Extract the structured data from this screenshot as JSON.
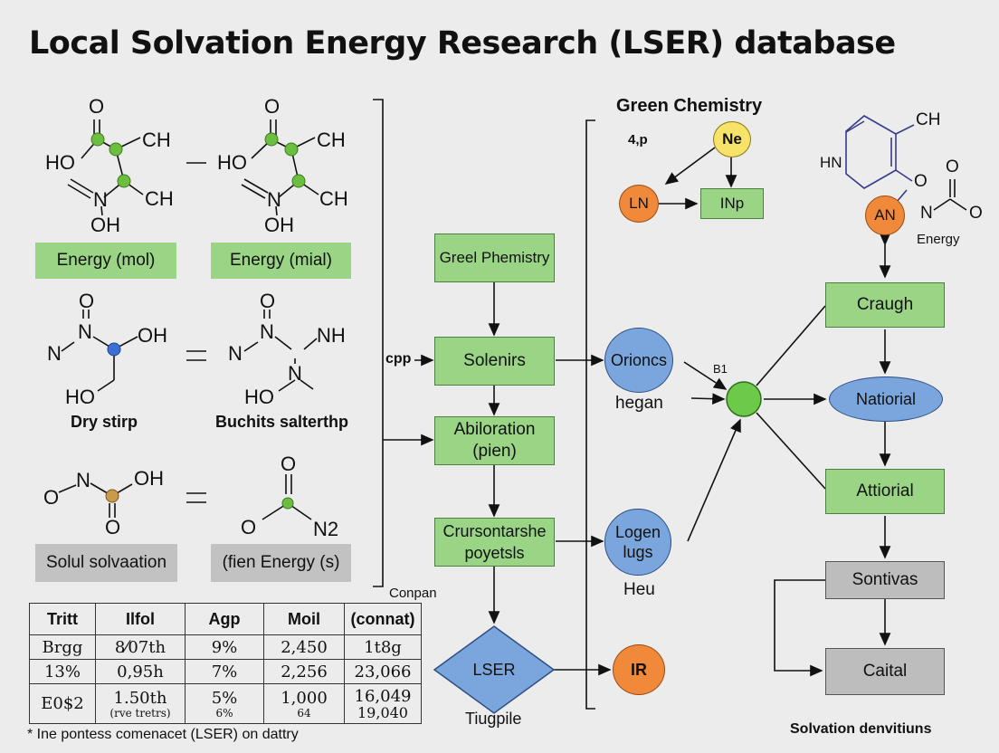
{
  "title": "Local Solvation Energy Research (LSER) database",
  "molecules": {
    "m1": {
      "o": "O",
      "ch_top": "CH",
      "ho": "HO",
      "ch_bot": "CH",
      "n": "N",
      "oh": "OH"
    },
    "m2": {
      "o": "O",
      "ch_top": "CH",
      "ho": "HO",
      "ch_bot": "CH",
      "n": "N",
      "oh": "OH"
    },
    "m3": {
      "o": "O",
      "n_left": "N",
      "n_top": "N",
      "oh": "OH",
      "ho": "HO"
    },
    "m4": {
      "o": "O",
      "n_left": "N",
      "n_top": "N",
      "nh": "NH",
      "n_mid": "N",
      "ho": "HO"
    },
    "m5": {
      "o_left": "O",
      "n": "N",
      "oh": "OH",
      "o_bot": "O"
    },
    "m6": {
      "o_top": "O",
      "o_left": "O",
      "n2": "N2"
    },
    "minus": "–",
    "eq1": "=",
    "eq2": "="
  },
  "labels": {
    "energy_mol": "Energy (mol)",
    "energy_mial": "Energy (mial)",
    "dry_strip": "Dry stirp",
    "buchits": "Buchits salterthp",
    "solul": "Solul solvaation",
    "fien": "(fien Energy (s)"
  },
  "table": {
    "caption": "Conpan",
    "headers": [
      "Tritt",
      "Ilfol",
      "Agp",
      "Moil",
      "(connat)"
    ],
    "rows": [
      [
        "Brgg",
        "8⁄07th",
        "9%",
        "2,450",
        "1t8g"
      ],
      [
        "13%",
        "0,95h",
        "7%",
        "2,256",
        "23,066"
      ]
    ],
    "last_row": {
      "c0": "E0$2",
      "c1a": "1.50th",
      "c1b": "(rve tretrs)",
      "c2a": "5%",
      "c2b": "6%",
      "c3a": "1,000",
      "c3b": "64",
      "c4a": "16,049",
      "c4b": "19,040"
    }
  },
  "footnote": "* Ine pontess comenacet (LSER) on dattry",
  "flow": {
    "cpp": "cpp",
    "greel": "Greel Phemistry",
    "solenirs": "Solenirs",
    "abiloration": "Abiloration\n(pien)",
    "crursontarshe": "Crursontarshe\npoyetsls",
    "lser": "LSER",
    "tiugpile": "Tiugpile",
    "orioncs": "Orioncs",
    "hegan": "hegan",
    "logen": "Logen\nlugs",
    "heu": "Heu",
    "ir": "IR"
  },
  "green_chem": {
    "title": "Green Chemistry",
    "tag": "4,p",
    "ne": "Ne",
    "ln": "LN",
    "inp": "INp"
  },
  "right": {
    "ch": "CH",
    "hn": "HN",
    "o1": "O",
    "o2": "O",
    "o3": "O",
    "n": "N",
    "an": "AN",
    "energy": "Energy",
    "b1": "B1",
    "craugh": "Craugh",
    "natiorial": "Natiorial",
    "attiorial": "Attiorial",
    "sontivas": "Sontivas",
    "caital": "Caital",
    "solvation": "Solvation denvitiuns"
  },
  "colors": {
    "green_box": "#9ad585",
    "blue_node": "#7aa6dd",
    "orange_node": "#f08a3a",
    "yellow_node": "#f7e36a",
    "gray_box": "#bdbdbd",
    "atom_green": "#6cbf3e",
    "atom_blue": "#3b6fd1",
    "atom_tan": "#c89a4a"
  }
}
